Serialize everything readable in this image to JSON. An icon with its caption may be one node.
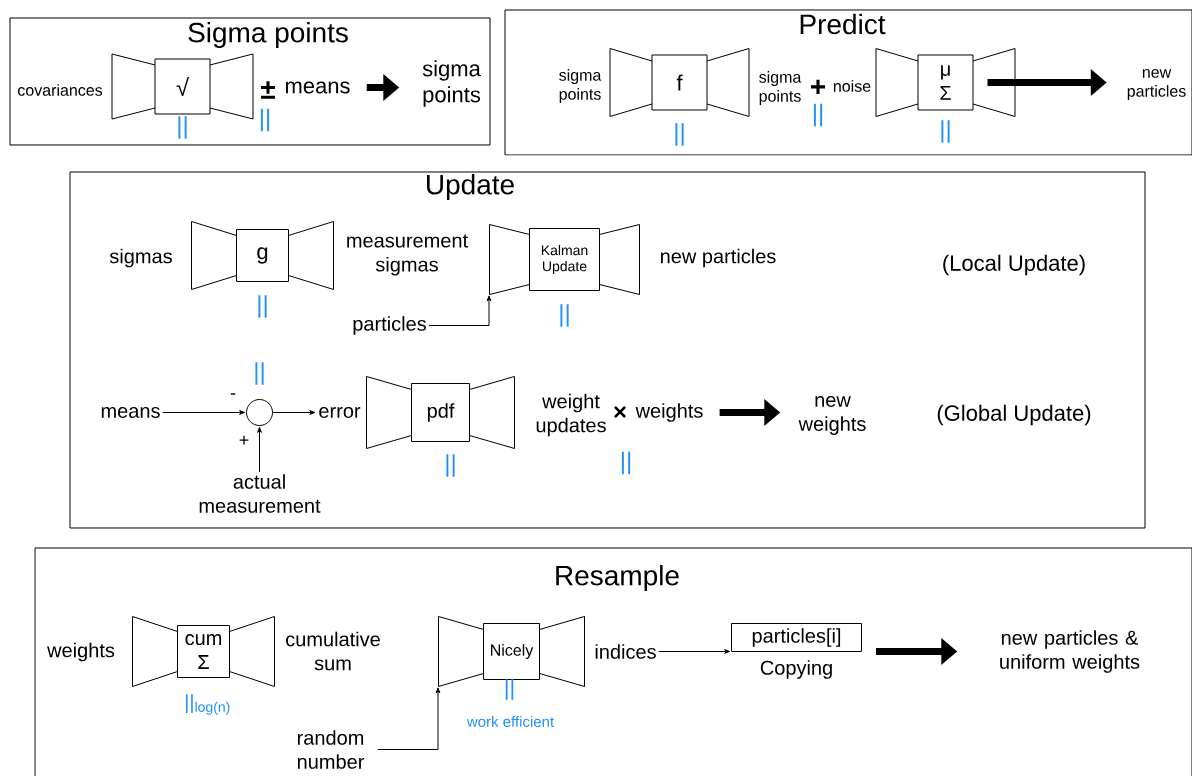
{
  "diagram": {
    "nodes": [
      {
        "text": [
          "Sigma points"
        ]
      },
      {
        "text": [
          "√"
        ],
        "in": 0,
        "beside": [
          "||"
        ]
      },
      {
        "text": [
          "means"
        ],
        "in": 0
      },
      {
        "text": [
          "sigma points"
        ],
        "in": 0
      },
      {
        "text": [
          "Predict"
        ]
      },
      {
        "text": [
          "f"
        ],
        "in": 4,
        "beside": [
          "||"
        ]
      },
      {
        "text": [
          "μ Σ"
        ],
        "in": 4,
        "beside": [
          "||"
        ]
      },
      {
        "text": [
          "new particles"
        ],
        "in": 4
      },
      {
        "text": [
          "Update"
        ]
      },
      {
        "text": [
          "g"
        ],
        "in": 8,
        "beside": [
          "||"
        ]
      },
      {
        "text": [
          "Kalman Update"
        ],
        "in": 8,
        "beside": [
          "||"
        ]
      },
      {
        "text": [
          "particles"
        ],
        "in": 8
      },
      {
        "text": [
          "means"
        ],
        "in": 8
      },
      {
        "text": [],
        "shape": "circle",
        "in": 8,
        "beside": [
          "||"
        ]
      },
      {
        "text": [
          "error"
        ],
        "in": 8
      },
      {
        "text": [
          "actual measurement"
        ],
        "in": 8
      },
      {
        "text": [
          "pdf"
        ],
        "in": 8,
        "beside": [
          "||"
        ]
      },
      {
        "text": [
          "weights"
        ],
        "in": 8
      },
      {
        "text": [
          "new weights"
        ],
        "in": 8
      },
      {
        "text": [
          "Resample"
        ]
      },
      {
        "text": [
          "cum Σ"
        ],
        "in": 19,
        "beside": [
          "||$_{log(n)}$"
        ]
      },
      {
        "text": [
          "Nicely"
        ],
        "in": 19,
        "beside": [
          "||",
          "work efficient"
        ]
      },
      {
        "text": [
          "random number"
        ],
        "in": 19
      },
      {
        "text": [
          "indices"
        ],
        "in": 19
      },
      {
        "text": [
          "particles[i]",
          "Copying"
        ],
        "in": 19
      },
      {
        "text": [
          "new particles & uniform weights"
        ],
        "in": 19
      }
    ],
    "edges": [
      {
        "from": 2,
        "to": 3,
        "arrow": "to",
        "style": "thick"
      },
      {
        "from": 6,
        "to": 7,
        "arrow": "to",
        "style": "thick"
      },
      {
        "from": 11,
        "to": 10,
        "arrow": "to"
      },
      {
        "from": 12,
        "to": 13,
        "arrow": "to",
        "label": "-"
      },
      {
        "from": 15,
        "to": 13,
        "arrow": "to",
        "label": "+"
      },
      {
        "from": 13,
        "to": 14,
        "arrow": "to"
      },
      {
        "from": 17,
        "to": 18,
        "arrow": "to",
        "style": "thick"
      },
      {
        "from": 22,
        "to": 21,
        "arrow": "to"
      },
      {
        "from": 23,
        "to": 24,
        "arrow": "to"
      },
      {
        "from": 24,
        "to": 25,
        "arrow": "to",
        "style": "thick"
      }
    ],
    "labels": [
      "covariances",
      "±",
      "||",
      "sigma points",
      "sigma points",
      "+",
      "||",
      "noise",
      "sigmas",
      "measurement sigmas",
      "new particles",
      "(Local Update)",
      "weight updates",
      "×",
      "||",
      "(Global Update)",
      "weights",
      "cumulative sum"
    ]
  }
}
